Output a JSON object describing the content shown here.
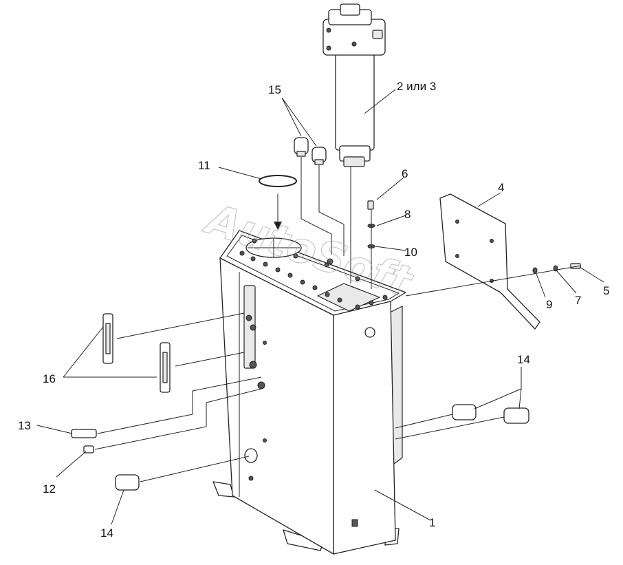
{
  "diagram": {
    "watermark": "AutoSoft",
    "callouts": {
      "c1": "1",
      "c2or3": "2 или 3",
      "c4": "4",
      "c5": "5",
      "c6": "6",
      "c7": "7",
      "c8": "8",
      "c9": "9",
      "c10": "10",
      "c11": "11",
      "c12": "12",
      "c13": "13",
      "c14_right": "14",
      "c14_left": "14",
      "c15": "15",
      "c16": "16"
    }
  }
}
